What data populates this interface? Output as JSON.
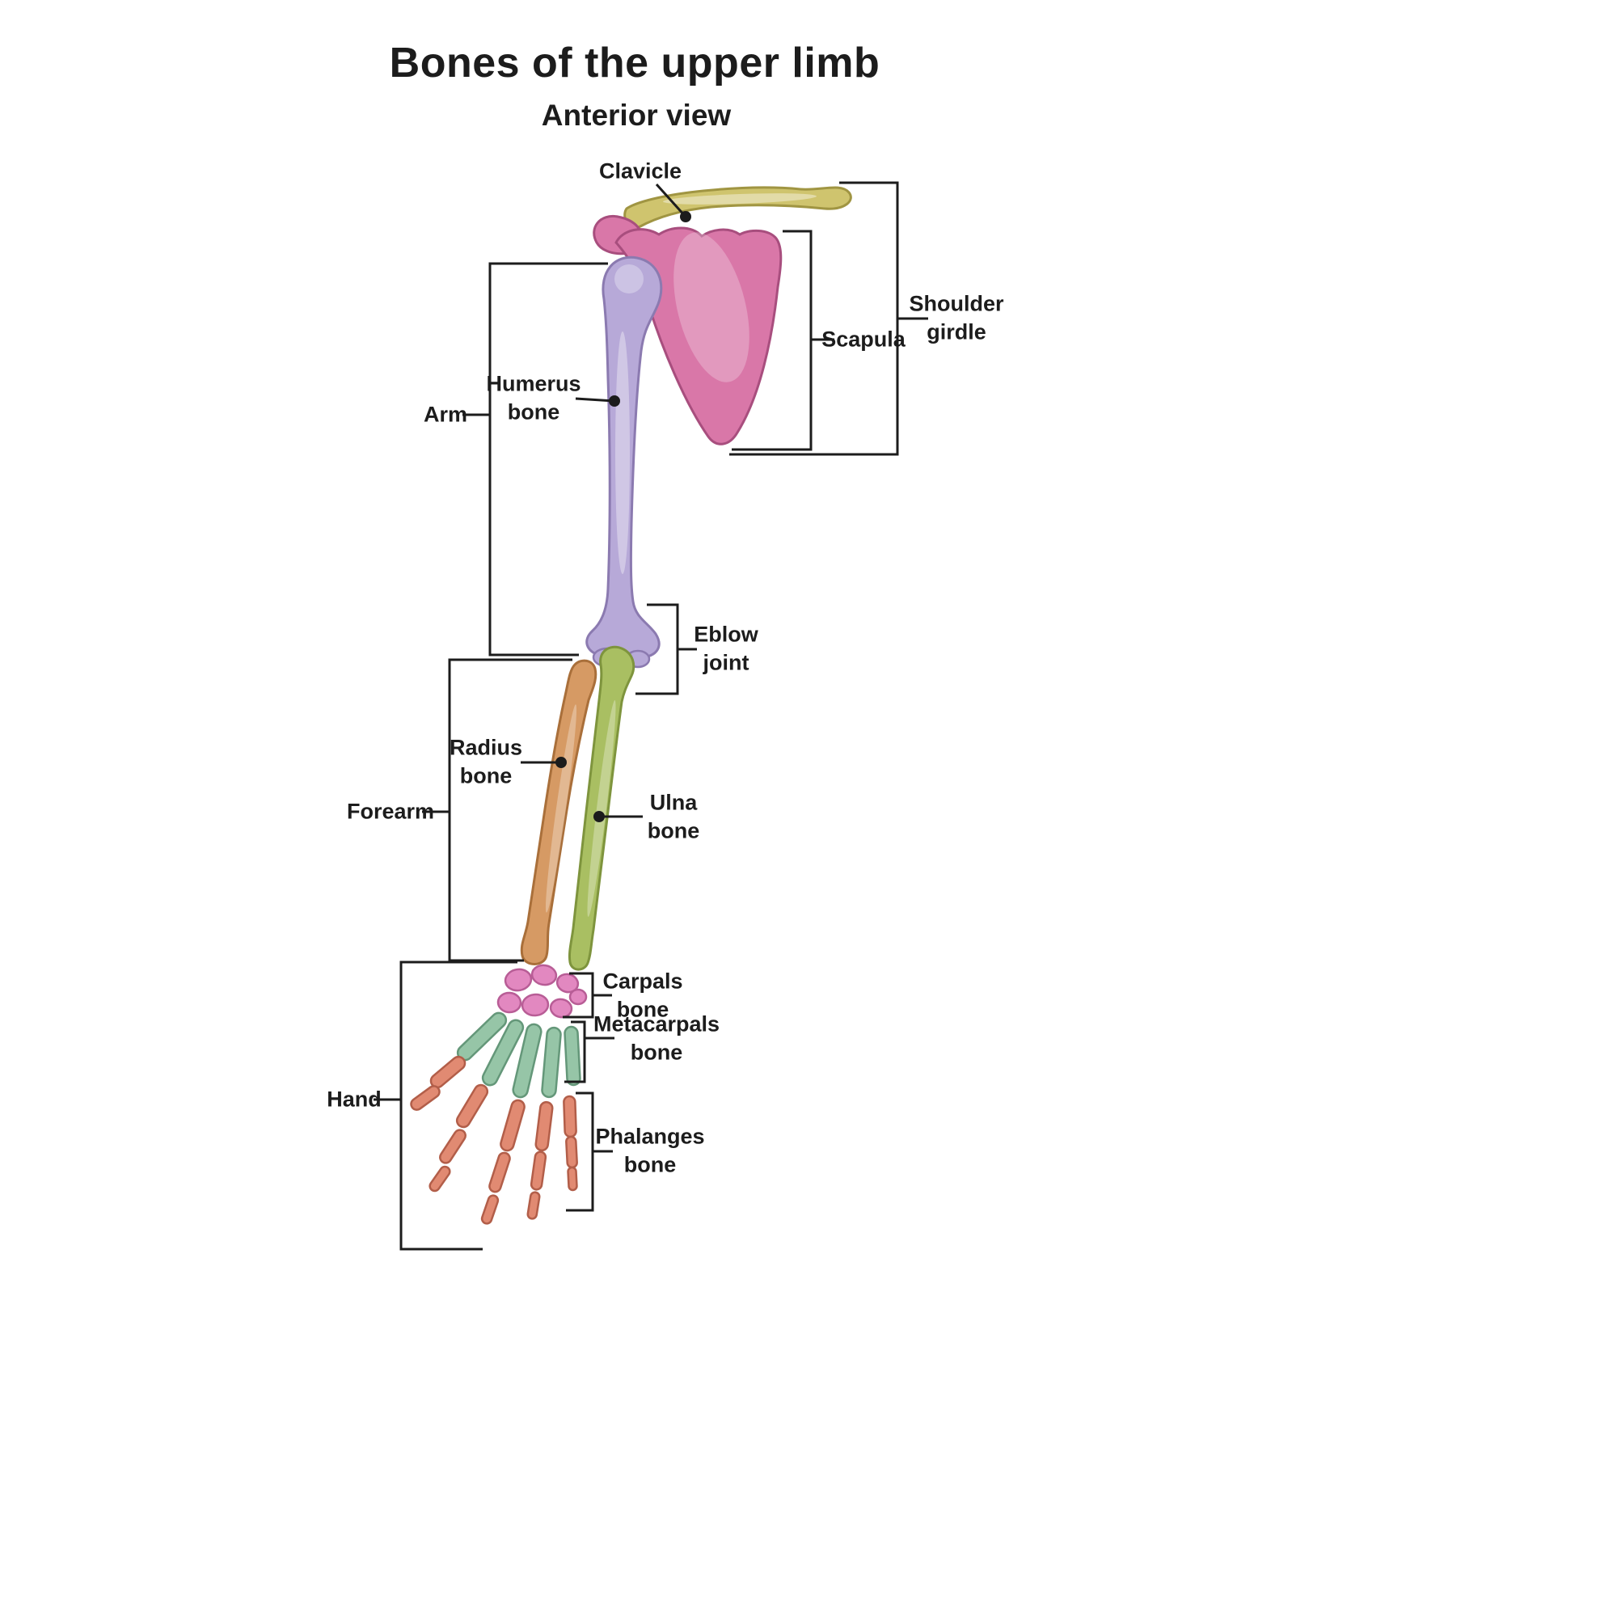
{
  "title": "Bones of the upper limb",
  "subtitle": "Anterior view",
  "labels": {
    "clavicle": "Clavicle",
    "shoulder_girdle": "Shoulder\ngirdle",
    "scapula": "Scapula",
    "arm": "Arm",
    "humerus": "Humerus\nbone",
    "elbow": "Eblow\njoint",
    "radius": "Radius\nbone",
    "ulna": "Ulna\nbone",
    "forearm": "Forearm",
    "carpals": "Carpals\nbone",
    "metacarpals": "Metacarpals\nbone",
    "hand": "Hand",
    "phalanges": "Phalanges\nbone"
  },
  "colors": {
    "line": "#1c1c1c",
    "clavicle": {
      "fill": "#cfc46e",
      "stroke": "#a09542"
    },
    "scapula": {
      "fill": "#d977a8",
      "stroke": "#a84e7e"
    },
    "humerus": {
      "fill": "#b7a9d8",
      "stroke": "#8b7ab0"
    },
    "radius": {
      "fill": "#d69a64",
      "stroke": "#a96f3a"
    },
    "ulna": {
      "fill": "#a9bf62",
      "stroke": "#7e943d"
    },
    "carpals": {
      "fill": "#e288c0",
      "stroke": "#b85d96"
    },
    "metacarpals": {
      "fill": "#96c5a7",
      "stroke": "#649779"
    },
    "phalanges": {
      "fill": "#e18a72",
      "stroke": "#b25e49"
    }
  }
}
